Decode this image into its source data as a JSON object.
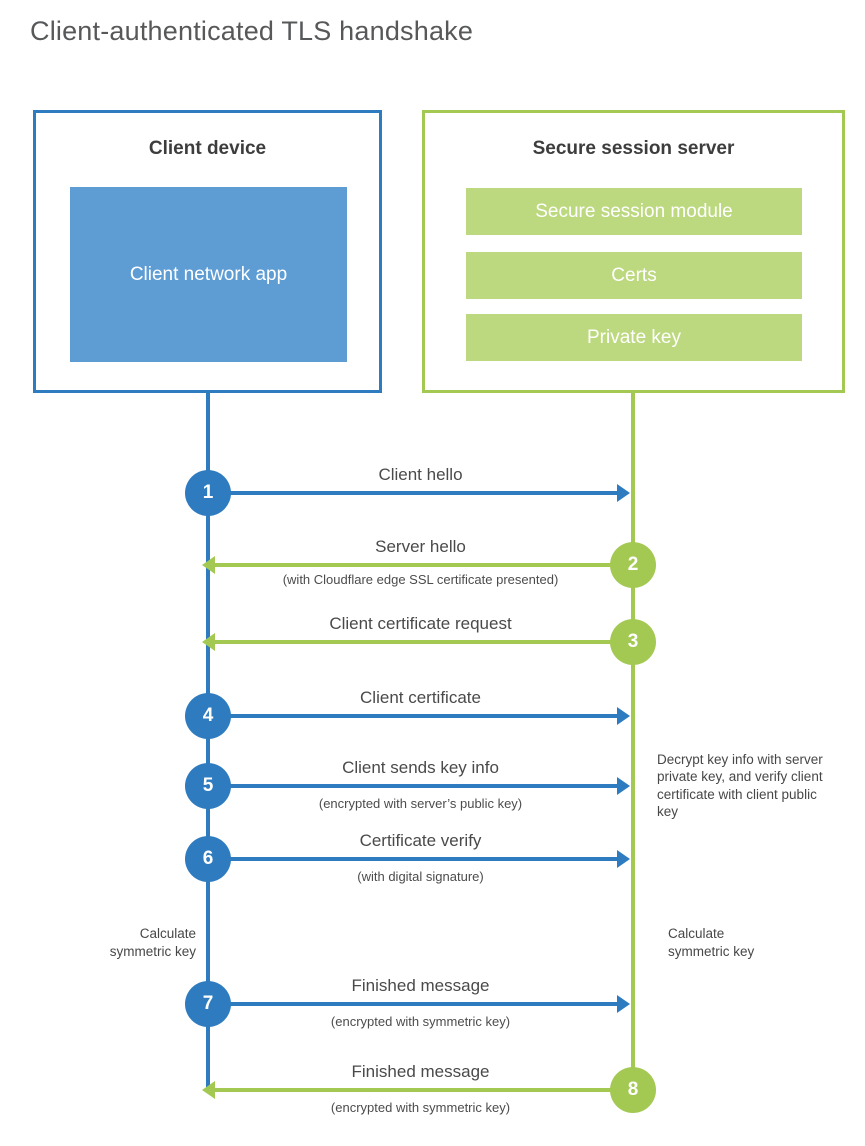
{
  "title": "Client-authenticated TLS handshake",
  "colors": {
    "blue": "#2e7cbf",
    "blue_fill": "#5e9cd4",
    "green": "#a3c953",
    "green_fill": "#bcd97f"
  },
  "client_box": {
    "title": "Client device",
    "app_label": "Client network app"
  },
  "server_box": {
    "title": "Secure session server",
    "modules": [
      "Secure session module",
      "Certs",
      "Private key"
    ]
  },
  "steps": [
    {
      "num": "1",
      "label": "Client hello",
      "subtitle": "",
      "from": "client",
      "direction": "right"
    },
    {
      "num": "2",
      "label": "Server hello",
      "subtitle": "(with Cloudflare edge SSL certificate presented)",
      "from": "server",
      "direction": "left"
    },
    {
      "num": "3",
      "label": "Client certificate request",
      "subtitle": "",
      "from": "server",
      "direction": "left"
    },
    {
      "num": "4",
      "label": "Client certificate",
      "subtitle": "",
      "from": "client",
      "direction": "right"
    },
    {
      "num": "5",
      "label": "Client sends key info",
      "subtitle": "(encrypted with server’s public key)",
      "from": "client",
      "direction": "right"
    },
    {
      "num": "6",
      "label": "Certificate verify",
      "subtitle": "(with digital signature)",
      "from": "client",
      "direction": "right"
    },
    {
      "num": "7",
      "label": "Finished message",
      "subtitle": "(encrypted with symmetric key)",
      "from": "client",
      "direction": "right"
    },
    {
      "num": "8",
      "label": "Finished message",
      "subtitle": "(encrypted with symmetric key)",
      "from": "server",
      "direction": "left"
    }
  ],
  "notes": {
    "decrypt": "Decrypt key info with server private key, and verify client certificate with client public key",
    "calc_left": "Calculate\nsymmetric key",
    "calc_right": "Calculate\nsymmetric key"
  }
}
